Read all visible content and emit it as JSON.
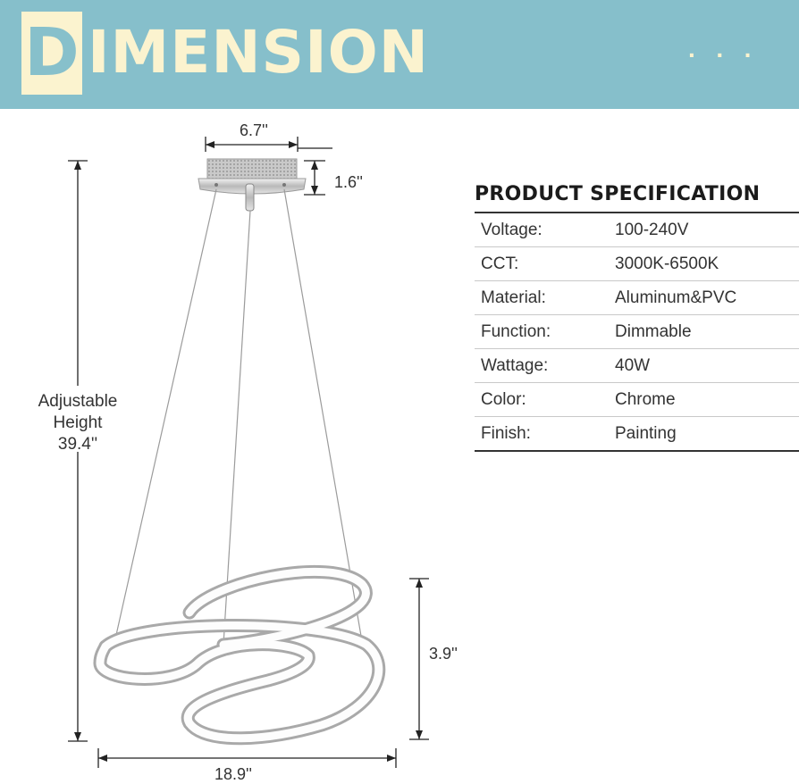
{
  "banner": {
    "first_letter": "D",
    "rest": "IMENSION",
    "dots": "···",
    "bg_color": "#86bfcb",
    "text_color": "#fbf3cf"
  },
  "dimensions": {
    "canopy_width": "6.7''",
    "canopy_height": "1.6''",
    "adjustable_height": [
      "Adjustable",
      "Height",
      "39.4''"
    ],
    "ring_height": "3.9''",
    "ring_diameter": "18.9''"
  },
  "spec": {
    "title": "PRODUCT SPECIFICATION",
    "rows": [
      {
        "key": "Voltage:",
        "value": "100-240V"
      },
      {
        "key": "CCT:",
        "value": "3000K-6500K"
      },
      {
        "key": "Material:",
        "value": "Aluminum&PVC"
      },
      {
        "key": "Function:",
        "value": "Dimmable"
      },
      {
        "key": "Wattage:",
        "value": "40W"
      },
      {
        "key": "Color:",
        "value": "Chrome"
      },
      {
        "key": "Finish:",
        "value": "Painting"
      }
    ]
  }
}
